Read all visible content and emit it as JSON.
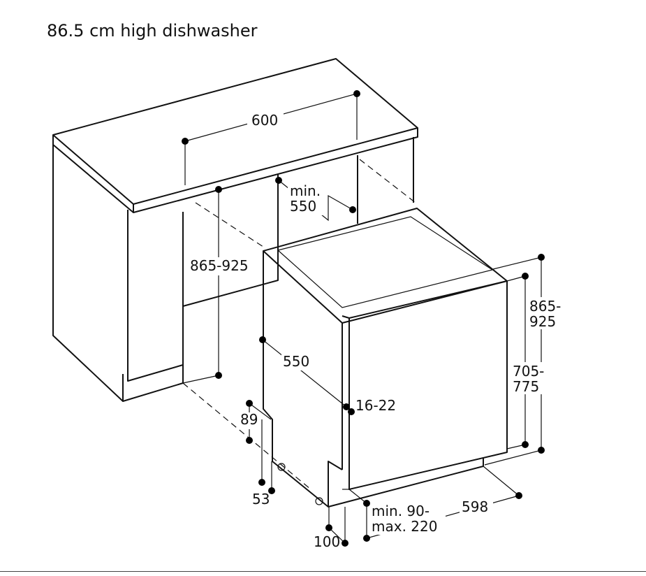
{
  "title": "86.5 cm high dishwasher",
  "dimensions": {
    "niche_width": "600",
    "min_depth_line1": "min.",
    "min_depth_line2": "550",
    "niche_height": "865-925",
    "appliance_depth": "550",
    "door_thickness": "16-22",
    "plinth_height": "89",
    "foot_offset": "53",
    "total_height_line1": "865-",
    "total_height_line2": "925",
    "door_height_line1": "705-",
    "door_height_line2": "775",
    "plinth_range_line1": "min. 90-",
    "plinth_range_line2": "max. 220",
    "appliance_width": "598",
    "plinth_depth": "100"
  }
}
